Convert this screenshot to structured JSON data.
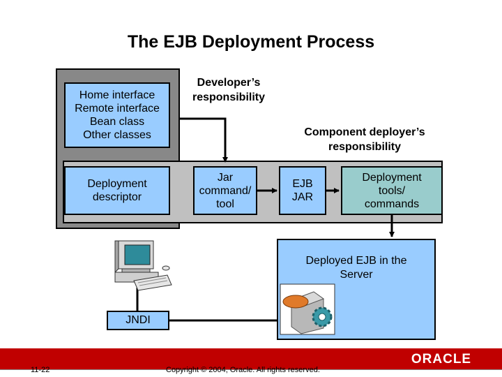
{
  "title": "The EJB Deployment Process",
  "source_box": {
    "lines": [
      "Home interface",
      "Remote interface",
      "Bean class",
      "Other classes"
    ]
  },
  "descriptor_box": {
    "lines": [
      "Deployment",
      "descriptor"
    ]
  },
  "jar_box": {
    "lines": [
      "Jar",
      "command/",
      "tool"
    ]
  },
  "ejb_jar_box": {
    "lines": [
      "EJB",
      "JAR"
    ]
  },
  "deploy_tools_box": {
    "lines": [
      "Deployment",
      "tools/",
      "commands"
    ]
  },
  "developer_label": {
    "lines": [
      "Developer’s",
      "responsibility"
    ]
  },
  "deployer_label": {
    "lines": [
      "Component deployer’s",
      "responsibility"
    ]
  },
  "server_box": {
    "lines": [
      "Deployed EJB in the",
      "Server"
    ]
  },
  "jndi_label": "JNDI",
  "footer": {
    "slide_number": "11-22",
    "copyright": "Copyright © 2004, Oracle.  All rights reserved.",
    "logo": "ORACLE"
  },
  "colors": {
    "box_blue": "#99ccff",
    "box_teal": "#99cccc",
    "panel_gray": "#888888",
    "strip_gray": "#c0c0c0",
    "brand_red": "#c00000"
  },
  "icons": [
    "computer-icon",
    "gear-icon"
  ]
}
